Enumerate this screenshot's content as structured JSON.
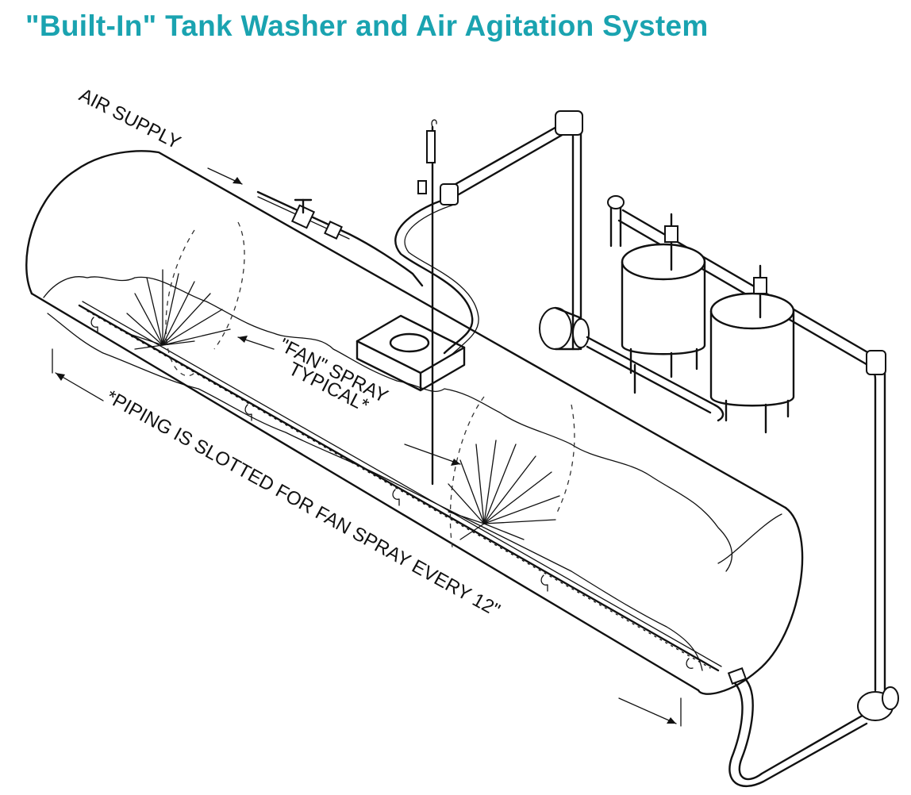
{
  "title": "\"Built-In\" Tank Washer and Air Agitation System",
  "colors": {
    "title": "#1aa3b0",
    "ink": "#111111",
    "background": "#ffffff"
  },
  "labels": {
    "air_supply": "AIR SUPPLY",
    "fan_spray_line1": "\"FAN\" SPRAY",
    "fan_spray_line2": "TYPICAL*",
    "piping_note": "*PIPING IS SLOTTED FOR FAN SPRAY EVERY 12\""
  }
}
